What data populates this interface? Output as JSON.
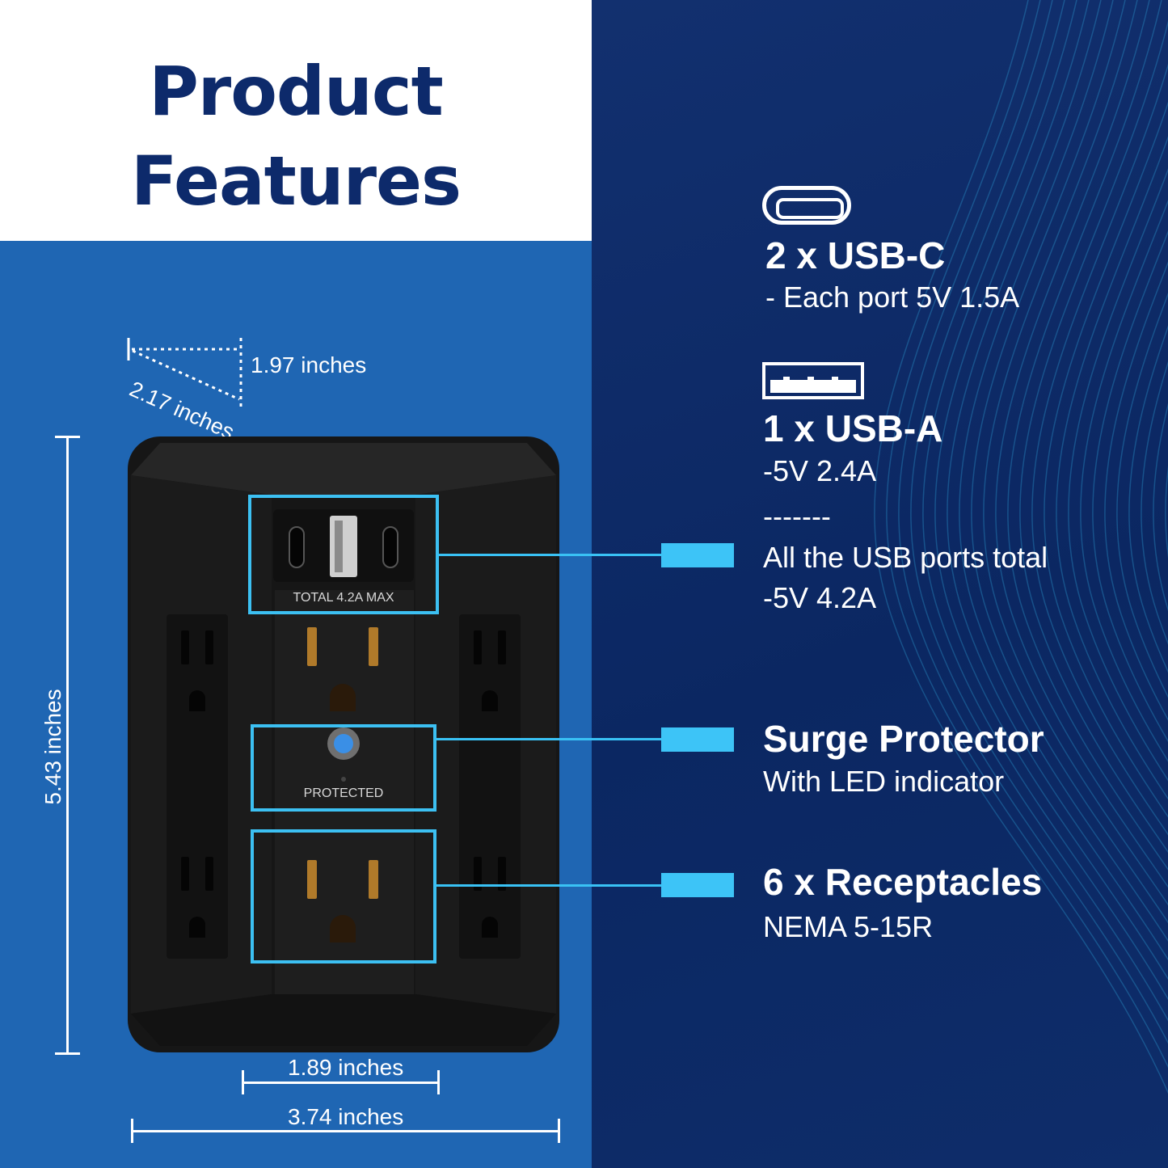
{
  "header": {
    "title_line1": "Product",
    "title_line2": "Features"
  },
  "dimensions": {
    "depth_right": "1.97 inches",
    "depth_diag": "2.17 inches",
    "height": "5.43 inches",
    "inner_width": "1.89 inches",
    "outer_width": "3.74 inches"
  },
  "device": {
    "usb_label": "TOTAL 4.2A MAX",
    "protected_label": "PROTECTED"
  },
  "features": {
    "usbc": {
      "icon": "usb-c-icon",
      "title": "2 x USB-C",
      "sub": "- Each port 5V 1.5A"
    },
    "usba": {
      "icon": "usb-a-icon",
      "title": "1 x USB-A",
      "sub": "-5V 2.4A",
      "divider": "-------",
      "total_line1": "All the USB ports total",
      "total_line2": "-5V 4.2A"
    },
    "surge": {
      "title": "Surge Protector",
      "sub": "With LED indicator"
    },
    "receptacles": {
      "title": "6 x Receptacles",
      "sub": "NEMA 5-15R"
    }
  },
  "colors": {
    "navy": "#0d2a6b",
    "mid_blue": "#1f66b3",
    "accent_cyan": "#3dc4f7",
    "device_black": "#1a1a1a",
    "led_blue": "#3a8fe6"
  }
}
